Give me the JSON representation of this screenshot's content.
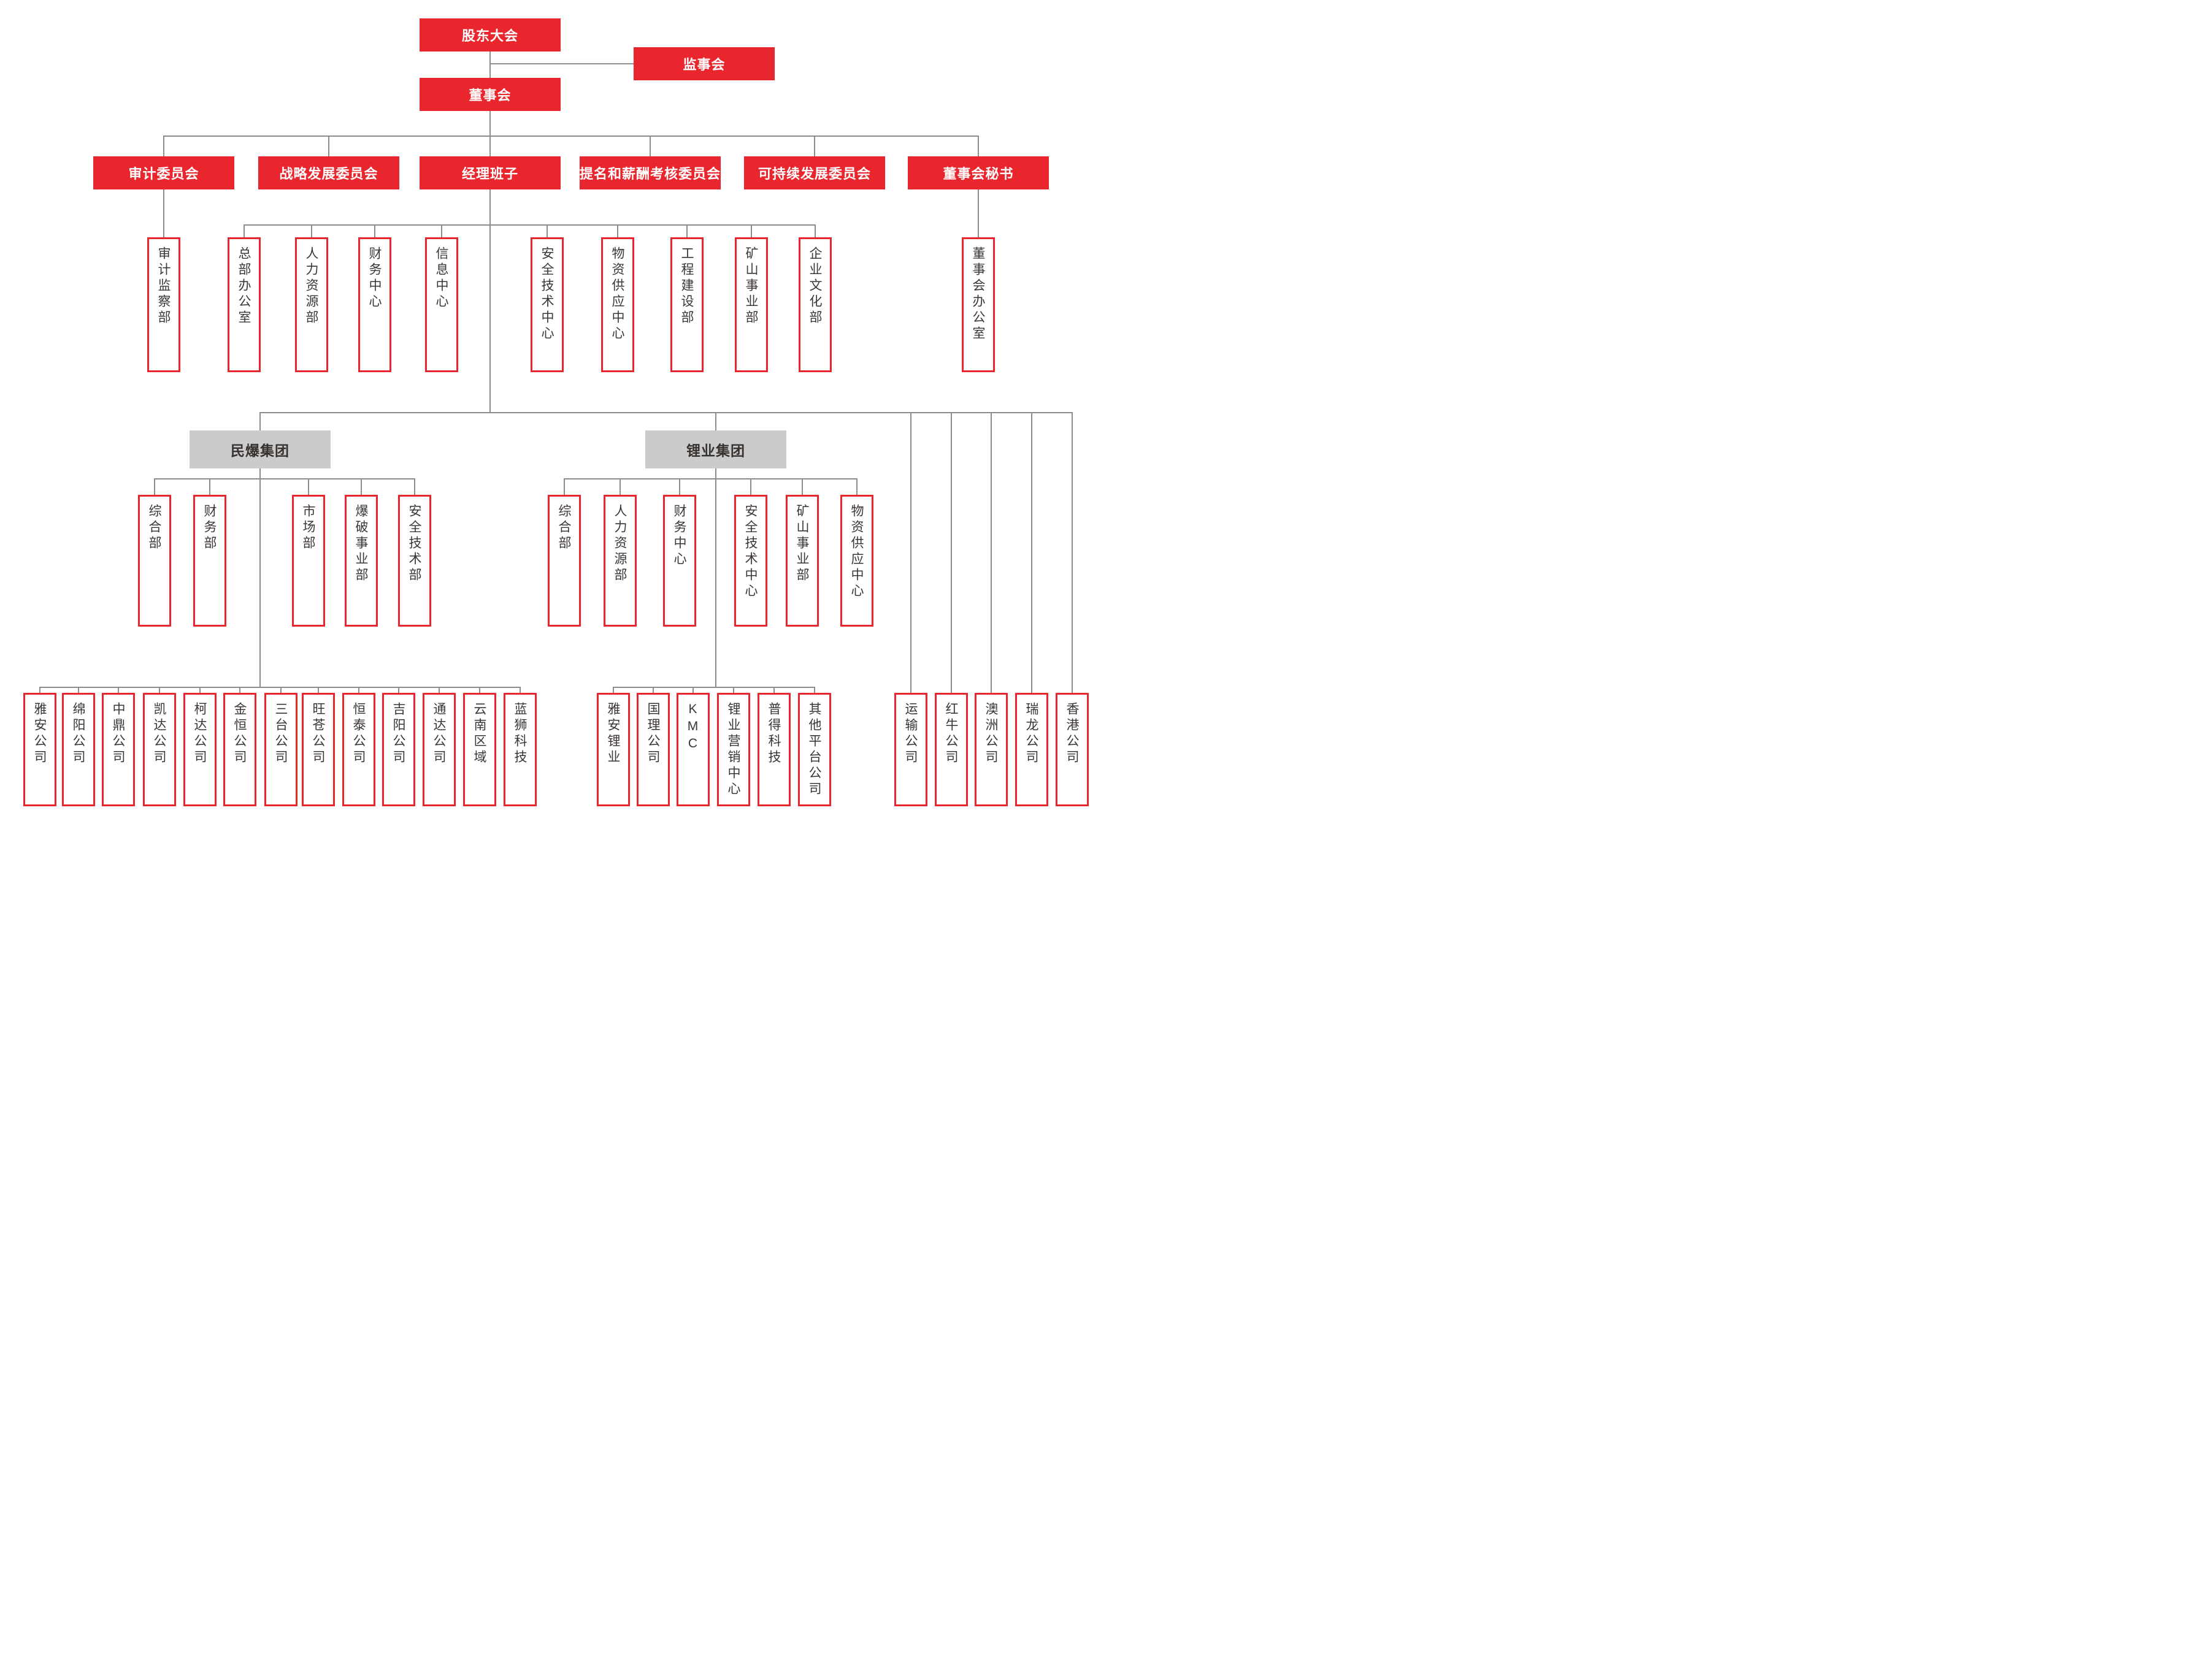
{
  "diagram": {
    "type": "org-chart",
    "colors": {
      "node_red": "#E9262D",
      "node_gray_fill": "#CBCBCB",
      "connector_gray": "#8C8C8C",
      "text_dark": "#3B3633",
      "text_light": "#FFFFFF"
    },
    "root": {
      "label": "股东大会"
    },
    "supervisory_board": {
      "label": "监事会"
    },
    "board": {
      "label": "董事会"
    },
    "board_children": [
      "审计委员会",
      "战略发展委员会",
      "经理班子",
      "提名和薪酬考核委员会",
      "可持续发展委员会",
      "董事会秘书"
    ],
    "audit_dept": "审计监察部",
    "management_depts": [
      "总部办公室",
      "人力资源部",
      "财务中心",
      "信息中心",
      "安全技术中心",
      "物资供应中心",
      "工程建设部",
      "矿山事业部",
      "企业文化部"
    ],
    "secretary_office": "董事会办公室",
    "groups": [
      {
        "label": "民爆集团",
        "departments": [
          "综合部",
          "财务部",
          "市场部",
          "爆破事业部",
          "安全技术部"
        ],
        "companies": [
          "雅安公司",
          "绵阳公司",
          "中鼎公司",
          "凯达公司",
          "柯达公司",
          "金恒公司",
          "三台公司",
          "旺苍公司",
          "恒泰公司",
          "吉阳公司",
          "通达公司",
          "云南区域",
          "蓝狮科技"
        ]
      },
      {
        "label": "锂业集团",
        "departments": [
          "综合部",
          "人力资源部",
          "财务中心",
          "安全技术中心",
          "矿山事业部",
          "物资供应中心"
        ],
        "companies": [
          "雅安锂业",
          "国理公司",
          "KMC",
          "锂业营销中心",
          "普得科技",
          "其他平台公司"
        ]
      }
    ],
    "direct_companies": [
      "运输公司",
      "红牛公司",
      "澳洲公司",
      "瑞龙公司",
      "香港公司"
    ]
  }
}
